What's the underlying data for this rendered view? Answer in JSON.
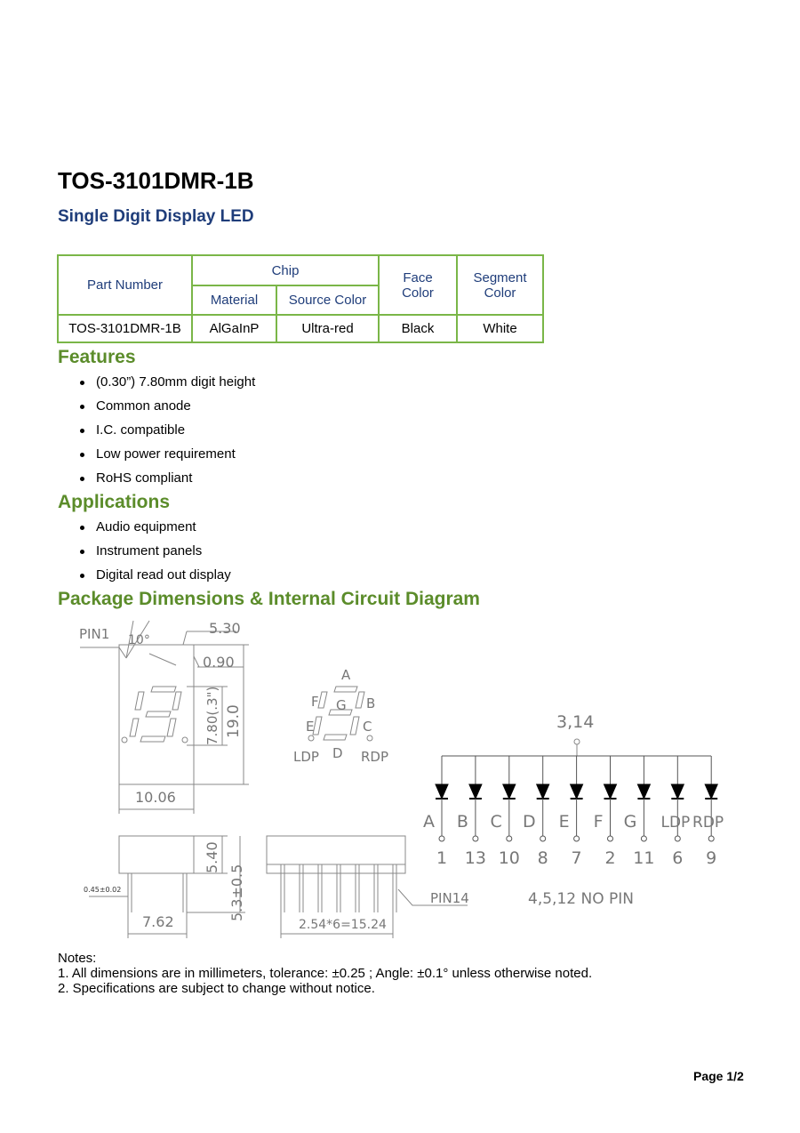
{
  "header": {
    "title": "TOS-3101DMR-1B",
    "subtitle": "Single Digit Display LED"
  },
  "spec_table": {
    "col_part_number": "Part Number",
    "col_chip": "Chip",
    "col_material": "Material",
    "col_source_color": "Source Color",
    "col_face_color": "Face Color",
    "col_segment_color": "Segment Color",
    "row": {
      "part_number": "TOS-3101DMR-1B",
      "material": "AlGaInP",
      "source_color": "Ultra-red",
      "face_color": "Black",
      "segment_color": "White"
    },
    "border_color": "#7ab648",
    "header_text_color": "#1f3d7a"
  },
  "features": {
    "heading": "Features",
    "items": [
      "(0.30”) 7.80mm digit height",
      "Common anode",
      "I.C. compatible",
      "Low power requirement",
      "RoHS compliant"
    ]
  },
  "applications": {
    "heading": "Applications",
    "items": [
      "Audio equipment",
      "Instrument panels",
      "Digital read out display"
    ]
  },
  "package": {
    "heading": "Package Dimensions & Internal Circuit Diagram",
    "dims": {
      "pin1": "PIN1",
      "angle": "10°",
      "d530": "5.30",
      "d090": "0.90",
      "d780": "7.80(.3\")",
      "d190": "19.0",
      "d1006": "10.06",
      "d540": "5.40",
      "d53": "5.3±0.5",
      "d045": "0.45±0.02",
      "d762": "7.62",
      "pitch": "2.54*6=15.24",
      "pin14": "PIN14"
    },
    "segments": {
      "a": "A",
      "b": "B",
      "c": "C",
      "d": "D",
      "e": "E",
      "f": "F",
      "g": "G",
      "ldp": "LDP",
      "rdp": "RDP"
    },
    "circuit": {
      "common": "3,14",
      "segment_labels": [
        "A",
        "B",
        "C",
        "D",
        "E",
        "F",
        "G",
        "LDP",
        "RDP"
      ],
      "pin_numbers": [
        "1",
        "13",
        "10",
        "8",
        "7",
        "2",
        "11",
        "6",
        "9"
      ],
      "no_pin": "4,5,12  NO  PIN"
    },
    "line_color": "#888888"
  },
  "notes": {
    "title": "Notes:",
    "line1": "1. All dimensions are in millimeters, tolerance: ±0.25 ; Angle: ±0.1° unless otherwise noted.",
    "line2": "2. Specifications are subject to change without notice."
  },
  "footer": {
    "page": "Page 1/2"
  }
}
